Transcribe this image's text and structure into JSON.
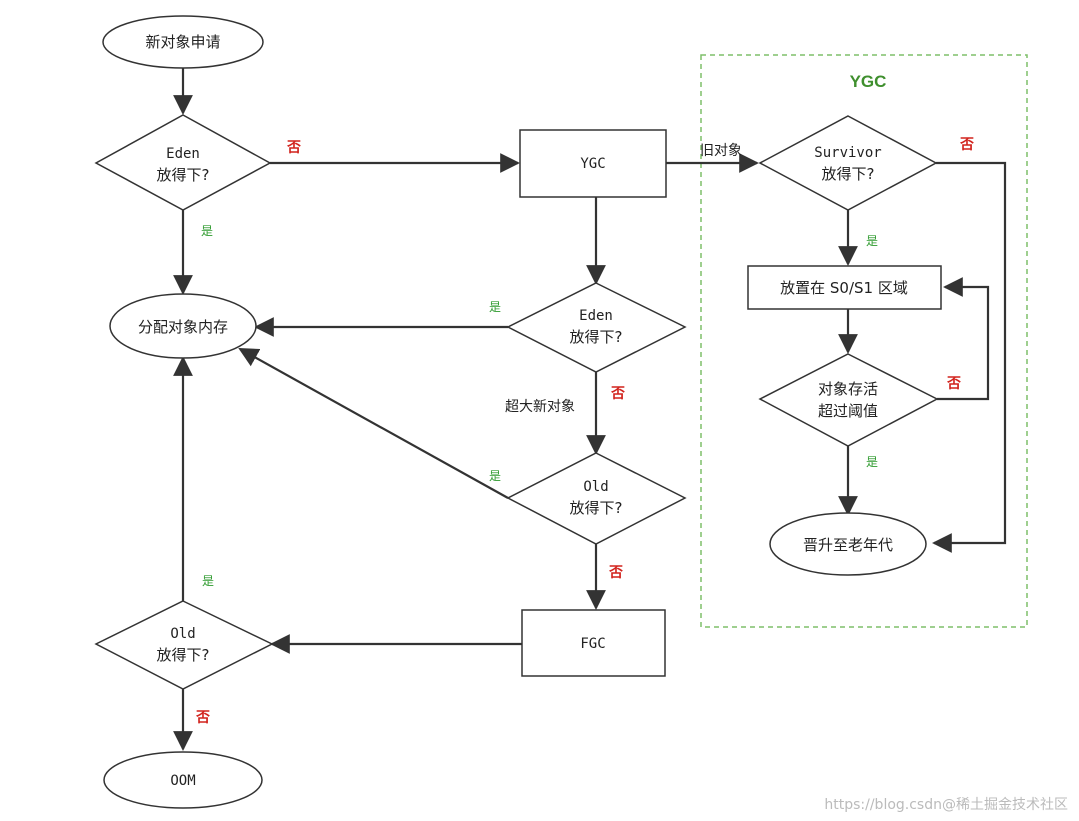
{
  "nodes": {
    "new_object_request": "新对象申请",
    "eden_check_1": [
      "Eden",
      "放得下?"
    ],
    "ygc_box": "YGC",
    "allocate_memory": "分配对象内存",
    "eden_check_2": [
      "Eden",
      "放得下?"
    ],
    "old_check_1": [
      "Old",
      "放得下?"
    ],
    "fgc_box": "FGC",
    "old_check_2": [
      "Old",
      "放得下?"
    ],
    "oom": "OOM",
    "survivor_check": [
      "Survivor",
      "放得下?"
    ],
    "place_s0_s1": "放置在 S0/S1 区域",
    "survive_threshold": [
      "对象存活",
      "超过阈值"
    ],
    "promote_old": "晋升至老年代"
  },
  "group": {
    "title": "YGC"
  },
  "labels": {
    "yes": "是",
    "no": "否",
    "old_object": "旧对象",
    "huge_new_object": "超大新对象"
  },
  "watermark": "https://blog.csdn@稀土掘金技术社区",
  "colors": {
    "yes": "#2e9a2e",
    "no": "#d2241e",
    "group_border": "#7fbf6a",
    "group_title": "#3f8f2e",
    "stroke": "#333333"
  }
}
